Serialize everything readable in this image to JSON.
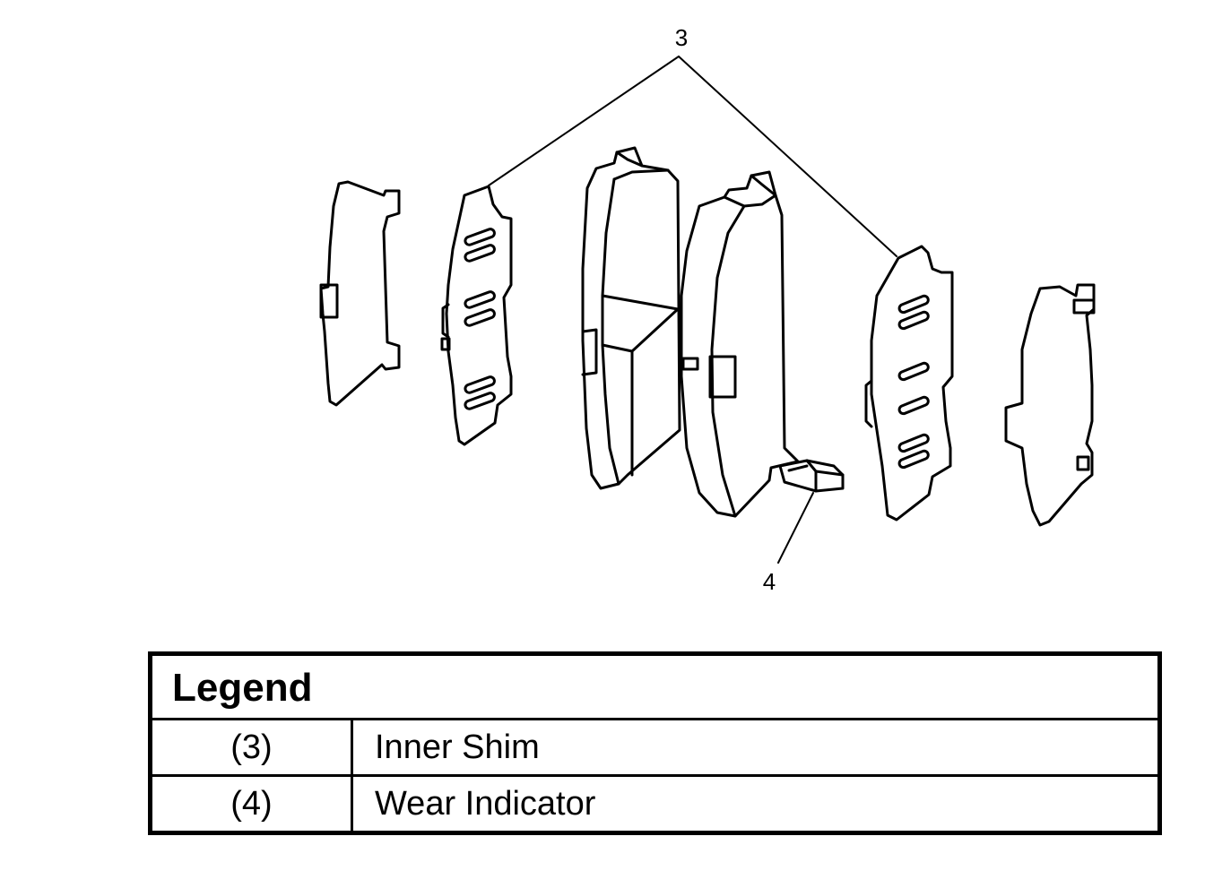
{
  "callouts": [
    {
      "id": "callout-3",
      "label": "3"
    },
    {
      "id": "callout-4",
      "label": "4"
    }
  ],
  "legend": {
    "title": "Legend",
    "rows": [
      {
        "number": "(3)",
        "description": "Inner Shim"
      },
      {
        "number": "(4)",
        "description": "Wear Indicator"
      }
    ]
  },
  "colors": {
    "line": "#000000",
    "fill": "#ffffff"
  }
}
